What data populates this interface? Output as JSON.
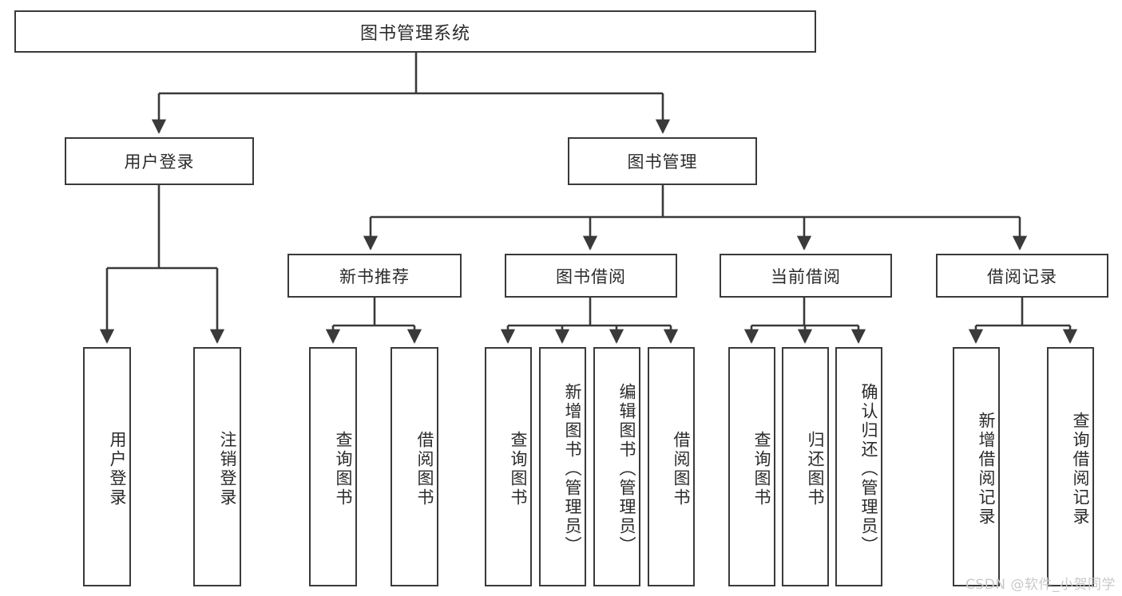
{
  "diagram": {
    "title": "图书管理系统",
    "type": "hierarchy-tree",
    "root": {
      "label": "图书管理系统"
    },
    "level2": [
      {
        "label": "用户登录"
      },
      {
        "label": "图书管理"
      }
    ],
    "level3": [
      {
        "label": "新书推荐"
      },
      {
        "label": "图书借阅"
      },
      {
        "label": "当前借阅"
      },
      {
        "label": "借阅记录"
      }
    ],
    "leaves": {
      "user_login": [
        {
          "label": "用户登录"
        },
        {
          "label": "注销登录"
        }
      ],
      "new_book_recommend": [
        {
          "label": "查询图书"
        },
        {
          "label": "借阅图书"
        }
      ],
      "book_borrow": [
        {
          "label": "查询图书"
        },
        {
          "label": "新增图书（管理员）"
        },
        {
          "label": "编辑图书（管理员）"
        },
        {
          "label": "借阅图书"
        }
      ],
      "current_borrow": [
        {
          "label": "查询图书"
        },
        {
          "label": "归还图书"
        },
        {
          "label": "确认归还（管理员）"
        }
      ],
      "borrow_record": [
        {
          "label": "新增借阅记录"
        },
        {
          "label": "查询借阅记录"
        }
      ]
    }
  },
  "watermark": {
    "text": "CSDN @软件_小贺同学"
  },
  "colors": {
    "stroke": "#3a3a3a",
    "background": "#ffffff",
    "text": "#2b2b2b",
    "watermark": "#c9c9c9"
  }
}
